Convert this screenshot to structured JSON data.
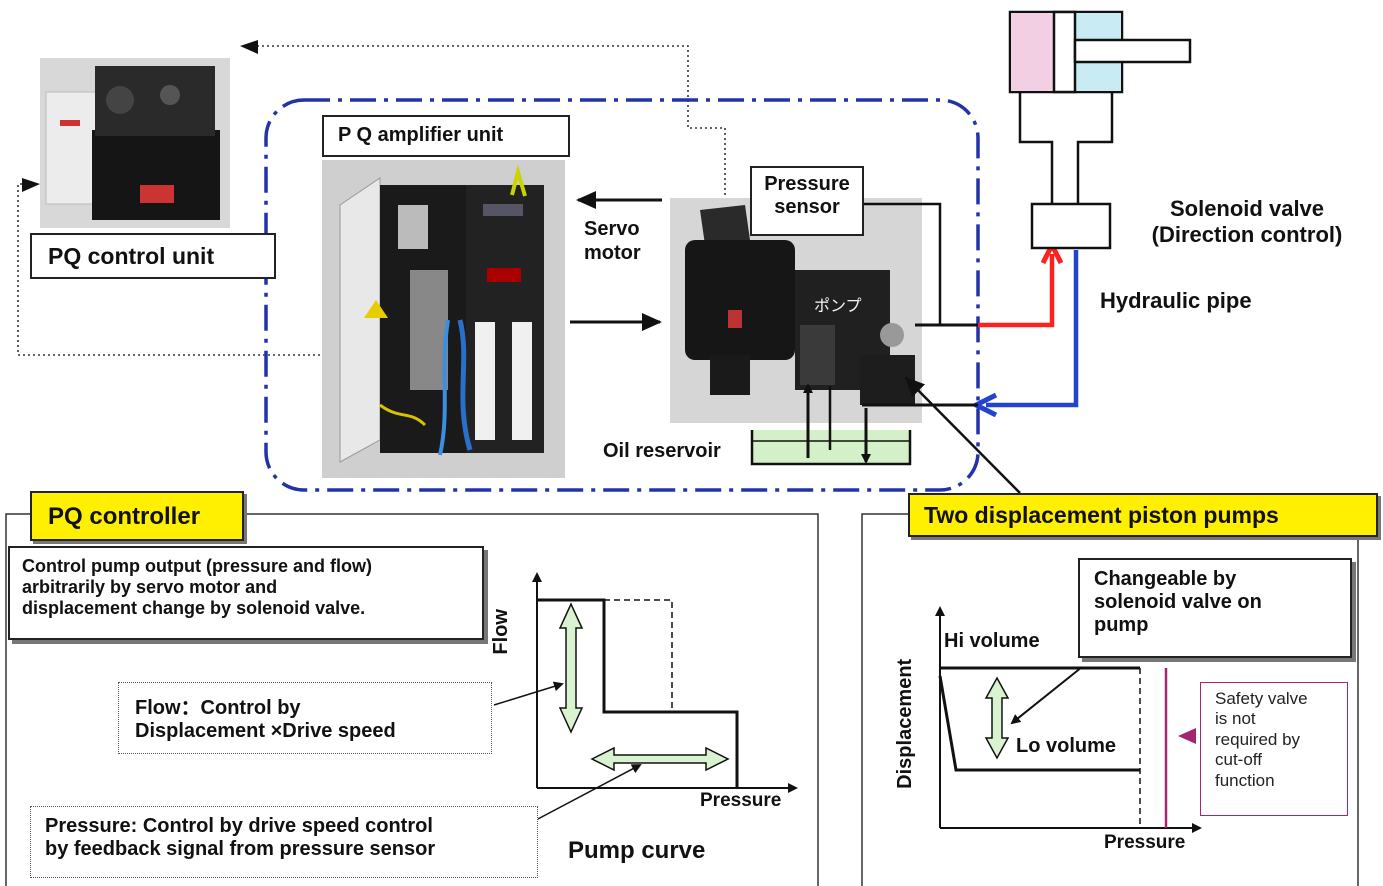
{
  "labels": {
    "pq_amplifier_unit": "P Q amplifier unit",
    "pressure_sensor": "Pressure\nsensor",
    "servo_motor": "Servo\nmotor",
    "pq_control_unit": "PQ control unit",
    "solenoid_valve": "Solenoid valve\n(Direction control)",
    "hydraulic_pipe": "Hydraulic pipe",
    "oil_reservoir": "Oil reservoir",
    "pump_japanese": "ポンプ",
    "pq_controller": "PQ controller",
    "two_displacement": "Two displacement piston pumps",
    "control_desc": "Control pump output (pressure and flow)\narbitrarily by servo motor and\ndisplacement change by solenoid valve.",
    "flow_control": "Flow：Control by\nDisplacement ×Drive speed",
    "pressure_control": "Pressure: Control by drive speed control\nby feedback signal from pressure sensor",
    "pump_curve": "Pump curve",
    "flow_axis": "Flow",
    "pressure_axis": "Pressure",
    "displacement_axis": "Displacement",
    "pressure_axis_right": "Pressure",
    "hi_volume": "Hi volume",
    "lo_volume": "Lo volume",
    "changeable": "Changeable by\nsolenoid valve on\npump",
    "safety_valve": "Safety valve\nis not\nrequired by\ncut-off\nfunction"
  },
  "colors": {
    "dashdot_border": "#2233aa",
    "supply_line": "#ff2020",
    "return_line": "#2244cc",
    "arrow_fill": "#d9f2d0",
    "reservoir_fill": "#d4f0c8",
    "cylinder_left": "#f2cfe2",
    "cylinder_right": "#c9ebf3",
    "highlight": "#ffef00",
    "cutoff_line": "#a3266e"
  }
}
